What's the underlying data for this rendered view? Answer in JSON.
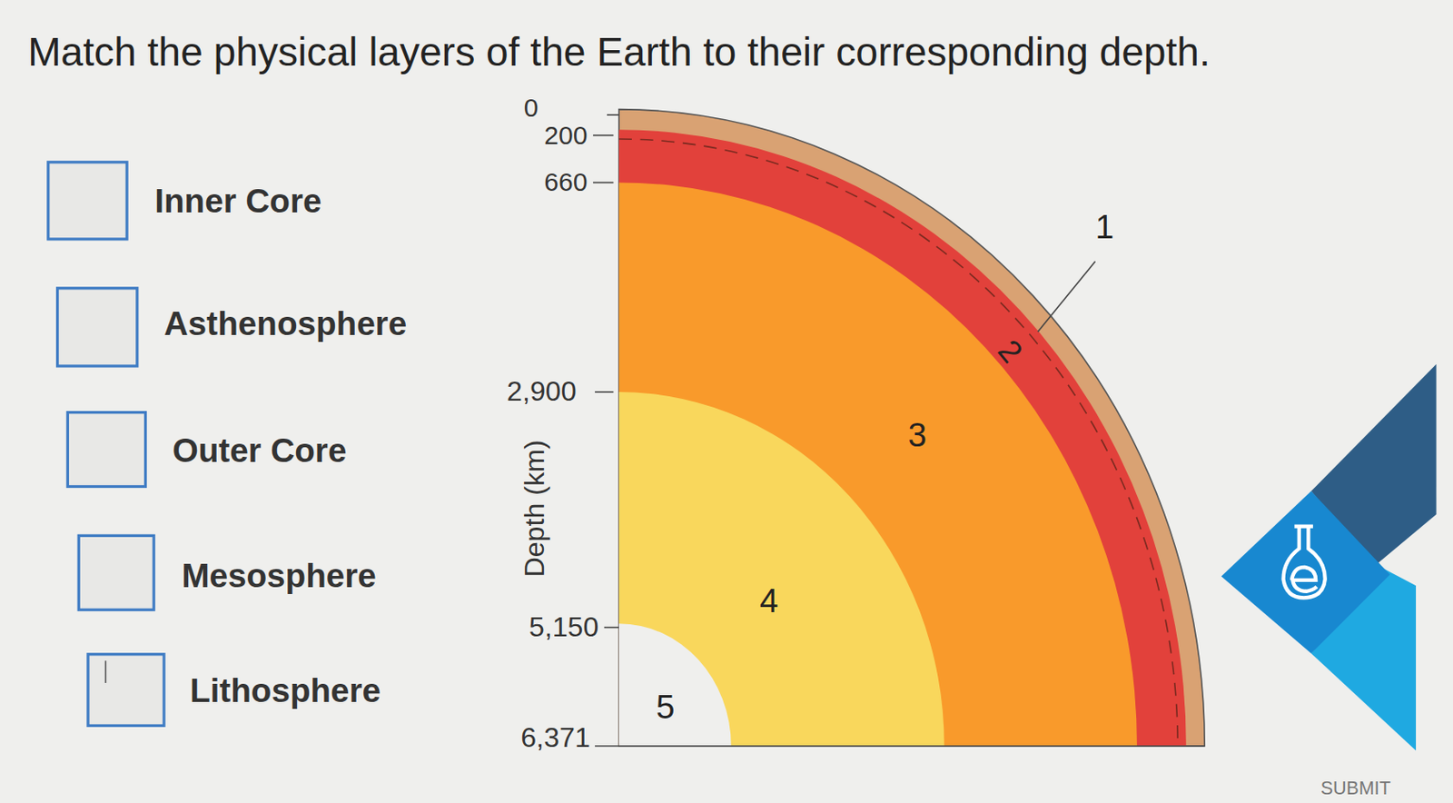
{
  "diagram": {
    "title": "Match the physical layers of the Earth to their corresponding depth.",
    "labels": [
      "Inner Core",
      "Asthenosphere",
      "Outer Core",
      "Mesosphere",
      "Lithosphere",
      "0",
      "200",
      "660",
      "2,900",
      "5,150",
      "6,371",
      "Depth (km)",
      "1",
      "2",
      "3",
      "4",
      "5",
      "SUBMIT"
    ]
  }
}
